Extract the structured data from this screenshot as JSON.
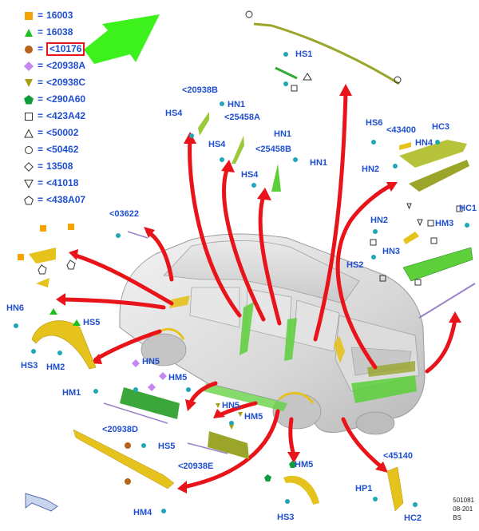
{
  "legend": [
    {
      "symbol": "square",
      "color": "#f5a300",
      "code": "16003",
      "highlighted": false
    },
    {
      "symbol": "triangle-up",
      "color": "#19c21d",
      "code": "16038",
      "highlighted": false
    },
    {
      "symbol": "circle",
      "color": "#b8621b",
      "code": "<10176",
      "highlighted": true
    },
    {
      "symbol": "diamond",
      "color": "#c688f0",
      "code": "<20938A",
      "highlighted": false
    },
    {
      "symbol": "triangle-down",
      "color": "#a6a017",
      "code": "<20938C",
      "highlighted": false
    },
    {
      "symbol": "pentagon",
      "color": "#0f9c3b",
      "code": "<290A60",
      "highlighted": false
    },
    {
      "symbol": "square-outline",
      "color": "#333333",
      "code": "<423A42",
      "highlighted": false
    },
    {
      "symbol": "triangle-outline",
      "color": "#333333",
      "code": "<50002",
      "highlighted": false
    },
    {
      "symbol": "circle-outline",
      "color": "#333333",
      "code": "<50462",
      "highlighted": false
    },
    {
      "symbol": "diamond-outline",
      "color": "#333333",
      "code": "13508",
      "highlighted": false
    },
    {
      "symbol": "triangle-down-outline",
      "color": "#333333",
      "code": "<41018",
      "highlighted": false
    },
    {
      "symbol": "pentagon-outline",
      "color": "#333333",
      "code": "<438A07",
      "highlighted": false
    }
  ],
  "legend_equals": "=",
  "callouts": {
    "hs1": "HS1",
    "p20938b": "<20938B",
    "hs4_a": "HS4",
    "hn1_a": "HN1",
    "p25458a": "<25458A",
    "hs4_b": "HS4",
    "hn1_b": "HN1",
    "p25458b": "<25458B",
    "hs4_c": "HS4",
    "hn1_c": "HN1",
    "hs6": "HS6",
    "p43400": "<43400",
    "hc3": "HC3",
    "hn4": "HN4",
    "hn2_a": "HN2",
    "hc1": "HC1",
    "hn2_b": "HN2",
    "hm3": "HM3",
    "hn3": "HN3",
    "hs2": "HS2",
    "p03622": "<03622",
    "hn6": "HN6",
    "hs5_a": "HS5",
    "hs3_a": "HS3",
    "hm2": "HM2",
    "hm1": "HM1",
    "hn5_a": "HN5",
    "hm5_a": "HM5",
    "p20938d": "<20938D",
    "hn5_b": "HN5",
    "hm5_b": "HM5",
    "hs5_b": "HS5",
    "p20938e": "<20938E",
    "hm5_c": "HM5",
    "p45140": "<45140",
    "hp1": "HP1",
    "hm4": "HM4",
    "hs3_b": "HS3",
    "hc2": "HC2"
  },
  "reference": {
    "line1": "501081",
    "line2": "08-201",
    "line3": "BS"
  },
  "colors": {
    "callout_text": "#1f4fd1",
    "arrow_red": "#e8141a",
    "arrow_green": "#3df21c",
    "part_green": "#5ccf3a",
    "part_yellow": "#e6c21c",
    "part_olive": "#9aa52a",
    "part_purple": "#9a82c9",
    "clip_cyan": "#1fa7b8",
    "car_gray": "#d6d6d6"
  }
}
